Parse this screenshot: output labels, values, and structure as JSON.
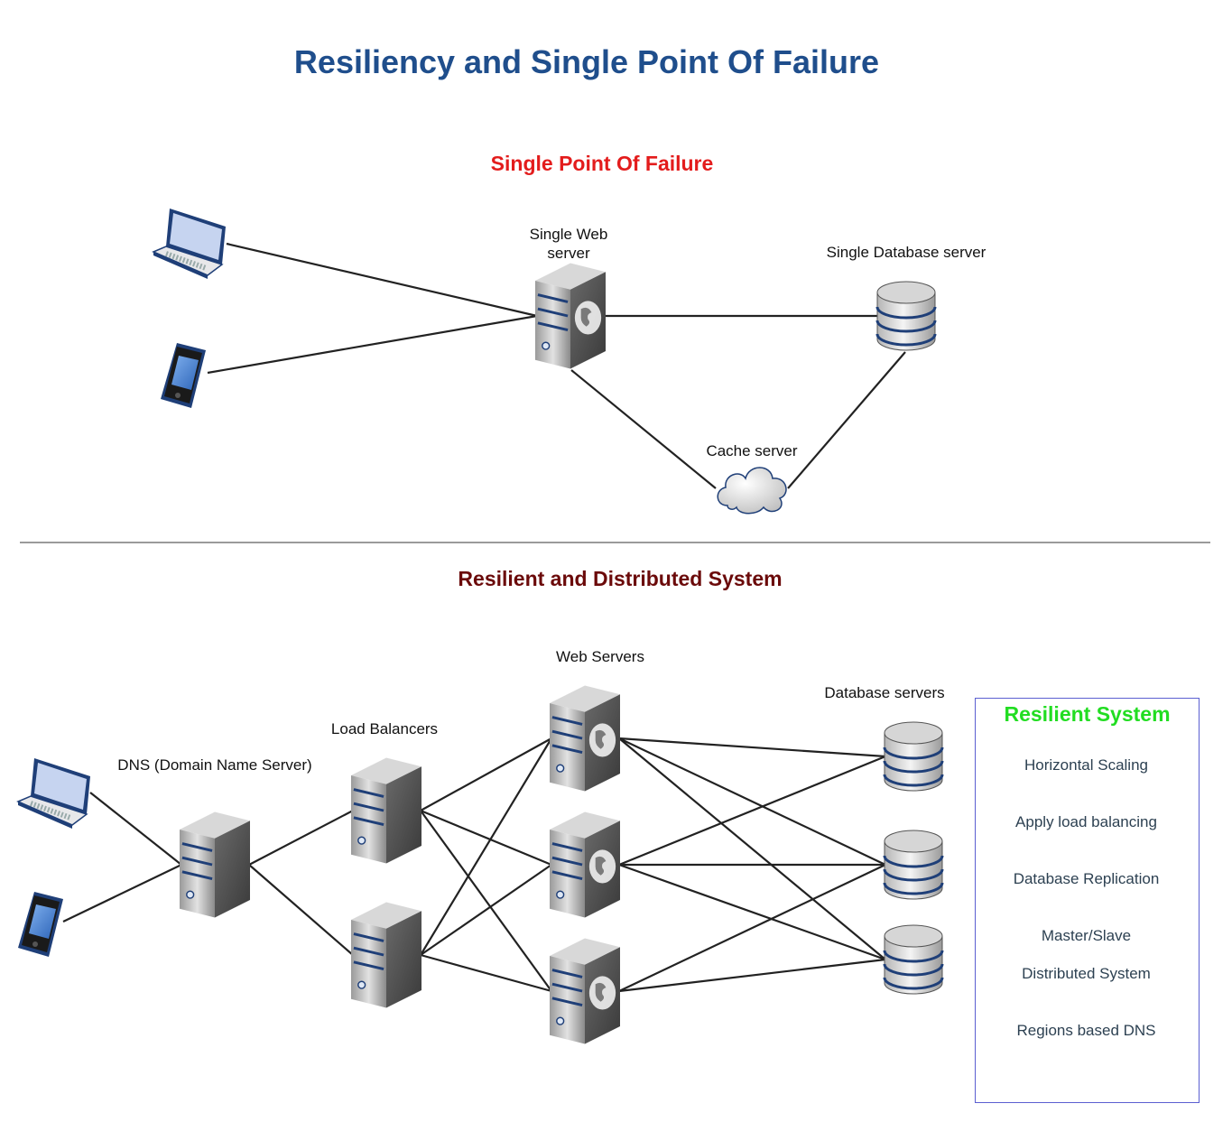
{
  "title": "Resiliency and Single Point Of Failure",
  "section_spof": {
    "heading": "Single Point Of Failure",
    "web_server_label": "Single Web server",
    "db_server_label": "Single Database server",
    "cache_label": "Cache server"
  },
  "section_resilient": {
    "heading": "Resilient and Distributed System",
    "dns_label": "DNS (Domain Name Server)",
    "lb_label": "Load Balancers",
    "web_label": "Web Servers",
    "db_label": "Database servers"
  },
  "resilient_box": {
    "title": "Resilient System",
    "items": [
      "Horizontal Scaling",
      "Apply load balancing",
      "Database Replication",
      "Master/Slave",
      "Distributed System",
      "Regions based DNS"
    ]
  },
  "colors": {
    "title": "#1f4e8c",
    "spof_heading": "#e31c1c",
    "resilient_heading": "#6b0a0a",
    "box_title": "#22dd22",
    "box_border": "#5b5fd1",
    "connector": "#222222"
  }
}
